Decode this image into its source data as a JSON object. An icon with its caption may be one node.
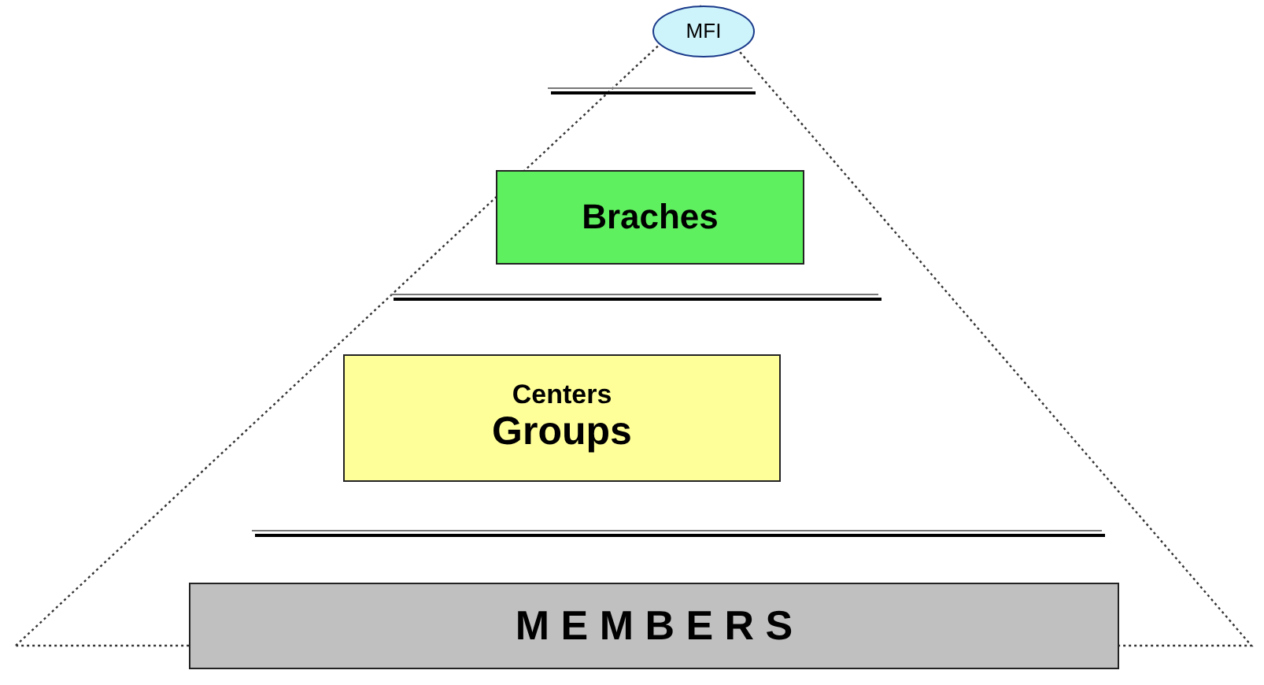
{
  "diagram": {
    "nodes": [
      {
        "text": [
          "MFI"
        ]
      },
      {
        "text": [
          "Braches"
        ]
      },
      {
        "text": [
          "Centers",
          "Groups"
        ]
      },
      {
        "text": [
          "M E M B E R S"
        ]
      }
    ]
  }
}
